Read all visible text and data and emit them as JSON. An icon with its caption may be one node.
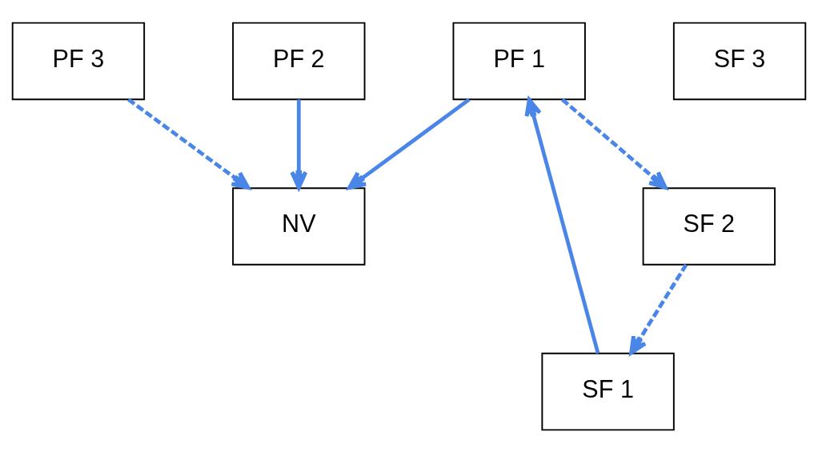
{
  "diagram": {
    "nodes": [
      {
        "text": [
          "PF 3"
        ]
      },
      {
        "text": [
          "SF 1"
        ]
      },
      {
        "text": [
          "PF 1"
        ]
      },
      {
        "text": [
          "NV"
        ]
      },
      {
        "text": [
          "SF 3"
        ]
      },
      {
        "text": [
          "PF 2"
        ]
      },
      {
        "text": [
          "SF 2"
        ]
      }
    ],
    "edges": [
      {
        "from": 1,
        "to": 2,
        "arrow": "to"
      },
      {
        "from": 2,
        "to": 3,
        "arrow": "to"
      },
      {
        "from": 0,
        "to": 3,
        "arrow": "to",
        "style": "dashed"
      },
      {
        "from": 5,
        "to": 3,
        "arrow": "to"
      },
      {
        "from": 2,
        "to": 6,
        "arrow": "to",
        "style": "dashed"
      },
      {
        "from": 6,
        "to": 1,
        "arrow": "to",
        "style": "dashed"
      }
    ]
  }
}
